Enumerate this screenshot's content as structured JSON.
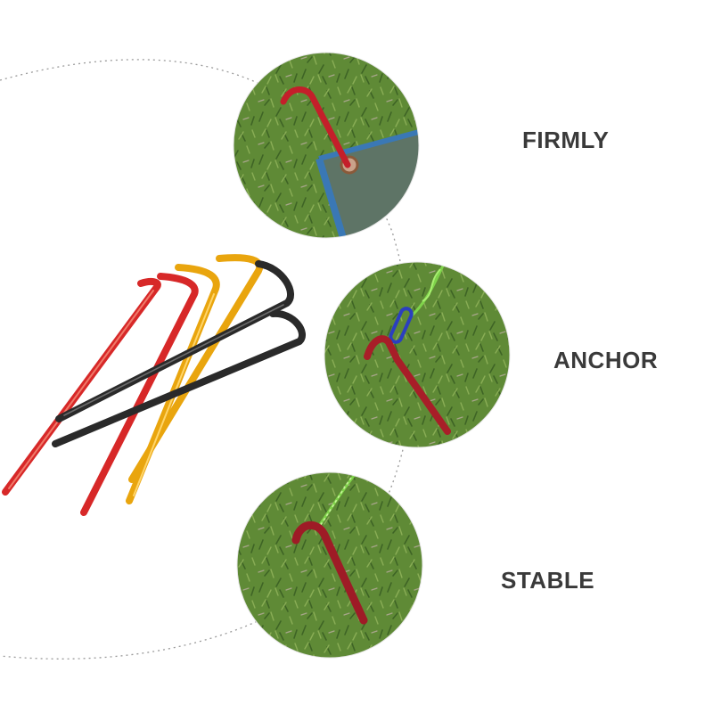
{
  "features": [
    {
      "label": "FIRMLY",
      "scene": "stake-through-tarp-grommet"
    },
    {
      "label": "ANCHOR",
      "scene": "stake-with-carabiner-and-guy-rope"
    },
    {
      "label": "STABLE",
      "scene": "stake-with-guy-rope"
    }
  ],
  "stakes": [
    {
      "color_name": "red",
      "color": "#d72828"
    },
    {
      "color_name": "red",
      "color": "#d72828"
    },
    {
      "color_name": "gold",
      "color": "#e9a50e"
    },
    {
      "color_name": "gold",
      "color": "#e9a50e"
    },
    {
      "color_name": "black",
      "color": "#2a2a2a"
    },
    {
      "color_name": "black",
      "color": "#2a2a2a"
    }
  ],
  "colors": {
    "grass": "#5f8a36",
    "grass_dark": "#3e6425",
    "grass_light": "#89ad55",
    "tarp": "#5e7466",
    "tarp_edge": "#3a78b5",
    "rope": "#7fd34a",
    "carabiner": "#2b3fbf",
    "label": "#3a3a3a",
    "dotted_line": "#9a9a9a"
  }
}
